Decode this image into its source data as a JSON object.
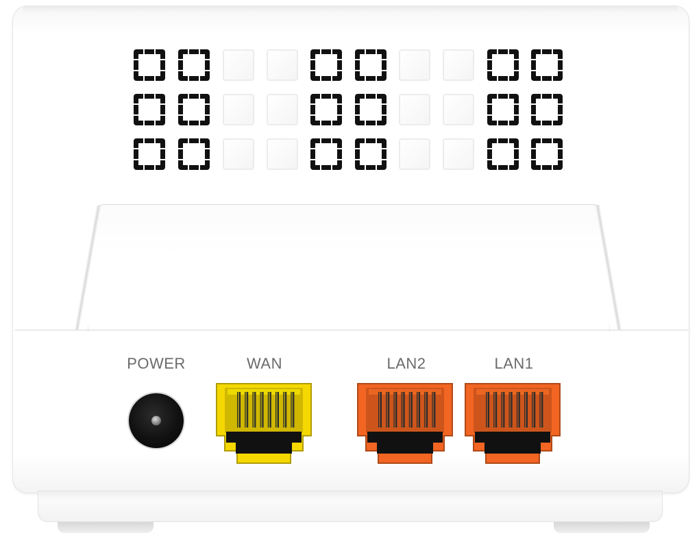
{
  "colors": {
    "device_body": "#ffffff",
    "label_text": "#6a6a6a",
    "wan_port": "#f5d800",
    "lan_port": "#f26522",
    "power_jack": "#111111"
  },
  "vent_grid": {
    "rows": 3,
    "columns": 10,
    "column_styles": [
      "dark",
      "dark",
      "light",
      "light",
      "dark",
      "dark",
      "light",
      "light",
      "dark",
      "dark"
    ]
  },
  "ports": [
    {
      "label": "POWER",
      "type": "dc-power-jack",
      "icon": "power-jack-icon"
    },
    {
      "label": "WAN",
      "type": "rj45",
      "color": "#f5d800",
      "icon": "ethernet-port-icon"
    },
    {
      "label": "LAN2",
      "type": "rj45",
      "color": "#f26522",
      "icon": "ethernet-port-icon"
    },
    {
      "label": "LAN1",
      "type": "rj45",
      "color": "#f26522",
      "icon": "ethernet-port-icon"
    }
  ]
}
